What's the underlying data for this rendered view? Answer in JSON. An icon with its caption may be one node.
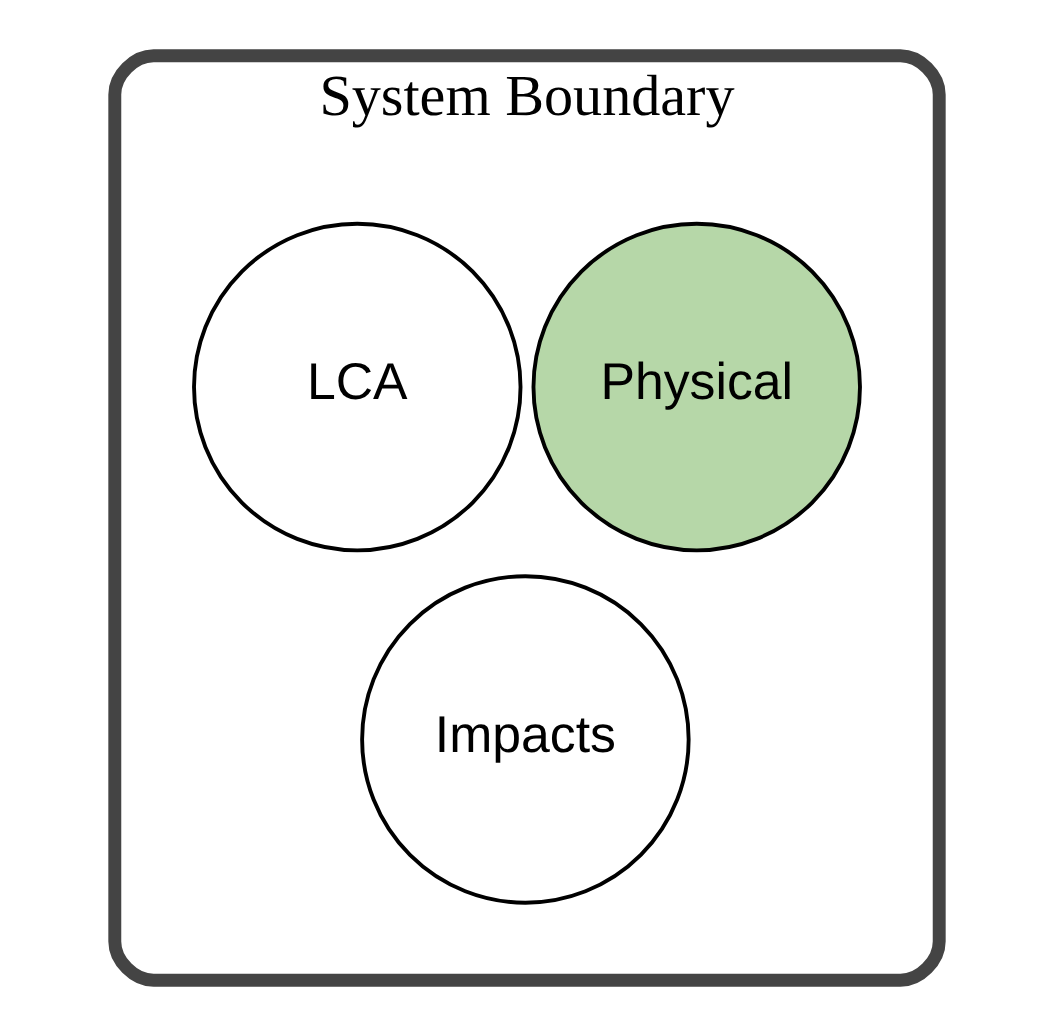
{
  "diagram": {
    "nodes": [
      {
        "text": [
          "System Boundary"
        ]
      },
      {
        "text": [
          "Physical"
        ],
        "in": 0
      },
      {
        "text": [
          "LCA"
        ],
        "in": 0
      },
      {
        "text": [
          "Impacts"
        ],
        "in": 0
      }
    ]
  }
}
